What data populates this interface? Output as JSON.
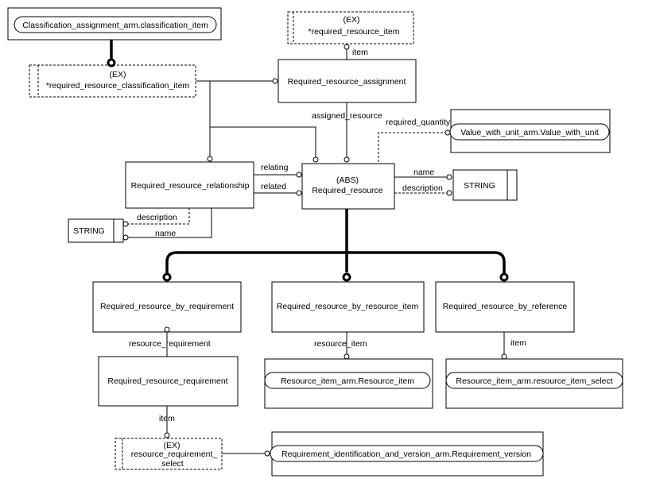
{
  "boxes": {
    "classification_item": "Classification_assignment_arm.classification_item",
    "req_res_item_ex": "(EX)",
    "req_res_item": "*required_resource_item",
    "req_res_class_ex": "(EX)",
    "req_res_class": "*required_resource_classification_item",
    "assignment": "Required_resource_assignment",
    "value_with_unit": "Value_with_unit_arm.Value_with_unit",
    "relationship": "Required_resource_relationship",
    "required_resource_abs": "(ABS)",
    "required_resource": "Required_resource",
    "string_right": "STRING",
    "string_left": "STRING",
    "by_requirement": "Required_resource_by_requirement",
    "by_resource_item": "Required_resource_by_resource_item",
    "by_reference": "Required_resource_by_reference",
    "resource_requirement": "Required_resource_requirement",
    "resource_item_arm": "Resource_item_arm.Resource_item",
    "resource_item_select": "Resource_item_arm.resource_item_select",
    "req_select_ex": "(EX)",
    "req_select_1": "resource_requirement_",
    "req_select_2": "select",
    "requirement_version": "Requirement_identification_and_version_arm.Requirement_version"
  },
  "labels": {
    "item_top": "item",
    "assigned_resource": "assigned_resource",
    "required_quantity": "required_quantity",
    "relating": "relating",
    "related": "related",
    "name_right": "name",
    "description_right": "description",
    "description_left": "description",
    "name_left": "name",
    "resource_requirement": "resource_requirement",
    "resource_item": "resource_item",
    "item_reference": "item",
    "item_select": "item"
  }
}
